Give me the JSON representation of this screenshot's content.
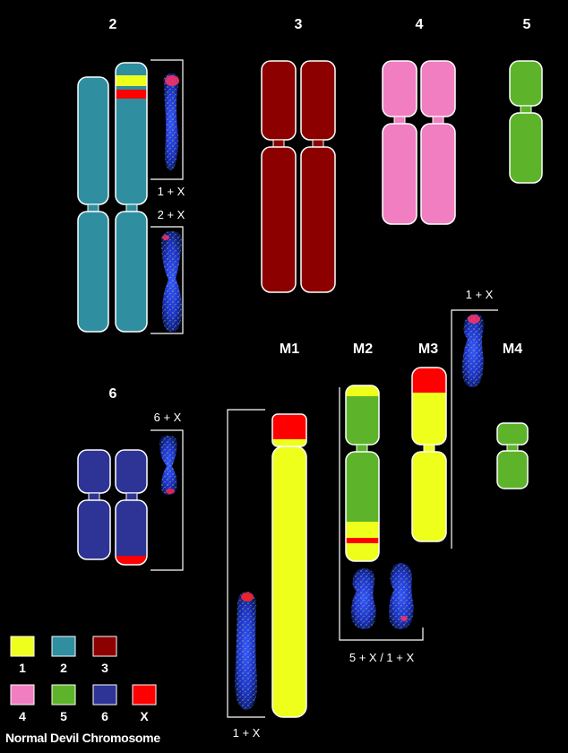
{
  "colors": {
    "c1": "#eeff1c",
    "c2": "#2f8ea0",
    "c3": "#8c0000",
    "c4": "#f07ec0",
    "c5": "#5db42a",
    "c6": "#2d3495",
    "cx": "#ff0000"
  },
  "chromosomes": {
    "chr2": "2",
    "chr3": "3",
    "chr4": "4",
    "chr5": "5",
    "chr6": "6",
    "m1": "M1",
    "m2": "M2",
    "m3": "M3",
    "m4": "M4"
  },
  "probe_labels": {
    "a": "1 + X",
    "b": "2 + X",
    "c": "6 + X",
    "d": "1 + X",
    "e": "1 + X",
    "f": "5 + X / 1 + X"
  },
  "legend": [
    {
      "label": "1",
      "color": "#eeff1c"
    },
    {
      "label": "2",
      "color": "#2f8ea0"
    },
    {
      "label": "3",
      "color": "#8c0000"
    },
    {
      "label": "4",
      "color": "#f07ec0"
    },
    {
      "label": "5",
      "color": "#5db42a"
    },
    {
      "label": "6",
      "color": "#2d3495"
    },
    {
      "label": "X",
      "color": "#ff0000"
    }
  ],
  "footer": "Normal Devil Chromosome"
}
